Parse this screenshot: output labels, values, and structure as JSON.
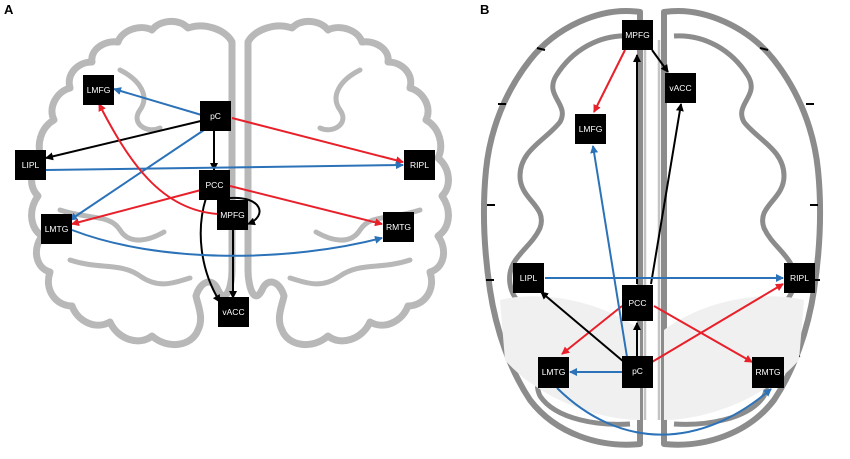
{
  "panels": [
    {
      "id": "A",
      "label": "A",
      "nodes": [
        {
          "id": "LMFG",
          "label": "LMFG"
        },
        {
          "id": "pC",
          "label": "pC"
        },
        {
          "id": "LIPL",
          "label": "LIPL"
        },
        {
          "id": "RIPL",
          "label": "RIPL"
        },
        {
          "id": "PCC",
          "label": "PCC"
        },
        {
          "id": "LMTG",
          "label": "LMTG"
        },
        {
          "id": "MPFG",
          "label": "MPFG"
        },
        {
          "id": "RMTG",
          "label": "RMTG"
        },
        {
          "id": "vACC",
          "label": "vACC"
        }
      ],
      "edges": [
        {
          "from": "pC",
          "to": "LMFG",
          "color": "blue"
        },
        {
          "from": "pC",
          "to": "LIPL",
          "color": "black"
        },
        {
          "from": "pC",
          "to": "RIPL",
          "color": "red"
        },
        {
          "from": "pC",
          "to": "PCC",
          "color": "black"
        },
        {
          "from": "pC",
          "to": "LMTG",
          "color": "blue"
        },
        {
          "from": "LIPL",
          "to": "RIPL",
          "color": "blue"
        },
        {
          "from": "PCC",
          "to": "LMTG",
          "color": "red"
        },
        {
          "from": "PCC",
          "to": "RMTG",
          "color": "red"
        },
        {
          "from": "PCC",
          "to": "MPFG",
          "color": "black"
        },
        {
          "from": "PCC",
          "to": "vACC",
          "color": "black"
        },
        {
          "from": "MPFG",
          "to": "LMFG",
          "color": "red"
        },
        {
          "from": "MPFG",
          "to": "vACC",
          "color": "black"
        },
        {
          "from": "LMTG",
          "to": "RMTG",
          "color": "blue"
        }
      ]
    },
    {
      "id": "B",
      "label": "B",
      "nodes": [
        {
          "id": "MPFG",
          "label": "MPFG"
        },
        {
          "id": "vACC",
          "label": "vACC"
        },
        {
          "id": "LMFG",
          "label": "LMFG"
        },
        {
          "id": "LIPL",
          "label": "LIPL"
        },
        {
          "id": "RIPL",
          "label": "RIPL"
        },
        {
          "id": "PCC",
          "label": "PCC"
        },
        {
          "id": "LMTG",
          "label": "LMTG"
        },
        {
          "id": "pC",
          "label": "pC"
        },
        {
          "id": "RMTG",
          "label": "RMTG"
        }
      ],
      "edges": [
        {
          "from": "MPFG",
          "to": "LMFG",
          "color": "red"
        },
        {
          "from": "MPFG",
          "to": "vACC",
          "color": "black"
        },
        {
          "from": "PCC",
          "to": "MPFG",
          "color": "black"
        },
        {
          "from": "PCC",
          "to": "vACC",
          "color": "black"
        },
        {
          "from": "PCC",
          "to": "LMTG",
          "color": "red"
        },
        {
          "from": "PCC",
          "to": "RMTG",
          "color": "red"
        },
        {
          "from": "pC",
          "to": "LMFG",
          "color": "blue"
        },
        {
          "from": "pC",
          "to": "PCC",
          "color": "black"
        },
        {
          "from": "pC",
          "to": "LIPL",
          "color": "black"
        },
        {
          "from": "pC",
          "to": "LMTG",
          "color": "blue"
        },
        {
          "from": "pC",
          "to": "RIPL",
          "color": "red"
        },
        {
          "from": "LIPL",
          "to": "RIPL",
          "color": "blue"
        },
        {
          "from": "LMTG",
          "to": "RMTG",
          "color": "blue"
        }
      ]
    }
  ],
  "colors": {
    "red": "#e8202a",
    "blue": "#2b72b8",
    "black": "#000000"
  }
}
